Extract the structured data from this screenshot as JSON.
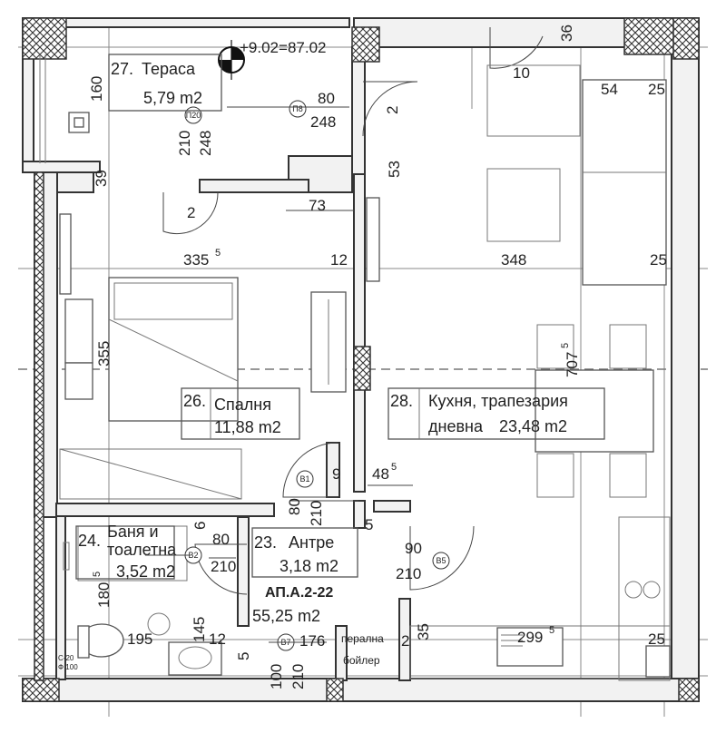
{
  "level_mark": "+9.02=87.02",
  "apartment": {
    "id": "АП.А.2-22",
    "area": "55,25 m2"
  },
  "rooms": [
    {
      "number": "27.",
      "name": "Тераса",
      "area": "5,79 m2"
    },
    {
      "number": "26.",
      "name": "Спалня",
      "area": "11,88 m2"
    },
    {
      "number": "28.",
      "name": "Кухня, трапезария",
      "name2": "дневна",
      "area": "23,48 m2"
    },
    {
      "number": "23.",
      "name": "Антре",
      "area": "3,18 m2"
    },
    {
      "number": "24.",
      "name": "Баня и",
      "name2": "тоалетна",
      "area": "3,52 m2"
    }
  ],
  "tags": [
    "П20",
    "П8",
    "В1",
    "В2",
    "В5",
    "В7"
  ],
  "fixtures": {
    "boiler_1": "перална",
    "boiler_2": "бойлер",
    "note_1": "С-20",
    "note_2": "Ф 100"
  },
  "dimensions": {
    "d36": "36",
    "d10": "10",
    "d160": "160",
    "d80a": "80",
    "d248a": "248",
    "d2a": "2",
    "d210a": "210",
    "d248b": "248",
    "d54": "54",
    "d25a": "25",
    "d39": "39",
    "d53": "53",
    "d2b": "2",
    "d73": "73",
    "d335": "335",
    "d335sup": "5",
    "d12": "12",
    "d348": "348",
    "d25b": "25",
    "d355": "355",
    "d7075": "707",
    "d7075sup": "5",
    "d9": "9",
    "d485": "48",
    "d485sup": "5",
    "d80b": "80",
    "d210b": "210",
    "d6": "6",
    "d80c": "80",
    "d210c": "210",
    "d5": "5",
    "d90": "90",
    "d210d": "210",
    "d1805": "180",
    "d1805sup": "5",
    "d195": "195",
    "d145": "145",
    "d12b": "12",
    "d5b": "5",
    "d176": "176",
    "d100": "100",
    "d210e": "210",
    "d2c": "2",
    "d35": "35",
    "d2995": "299",
    "d2995sup": "5",
    "d25c": "25"
  }
}
